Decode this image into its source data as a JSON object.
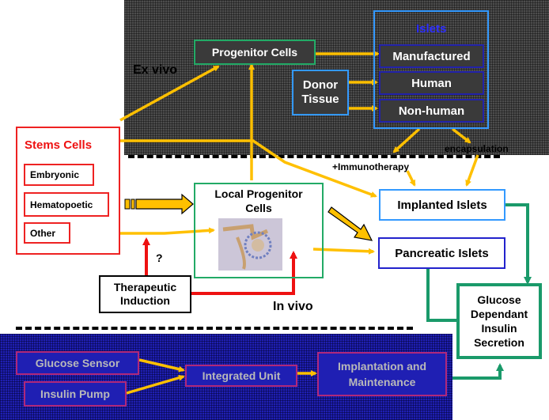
{
  "labels": {
    "ex_vivo": "Ex vivo",
    "in_vivo": "In vivo",
    "immunotherapy": "+Immunotherapy",
    "encapsulation": "encapsulation",
    "question": "?"
  },
  "top": {
    "progenitor": "Progenitor Cells",
    "islets_title": "Islets",
    "manufactured": "Manufactured",
    "human": "Human",
    "non_human": "Non-human",
    "donor_line1": "Donor",
    "donor_line2": "Tissue"
  },
  "stem": {
    "title": "Stems Cells",
    "embryonic": "Embryonic",
    "hematopoetic": "Hematopoetic",
    "other": "Other"
  },
  "middle": {
    "local_line1": "Local Progenitor",
    "local_line2": "Cells",
    "implanted": "Implanted Islets",
    "pancreatic": "Pancreatic Islets",
    "induction_line1": "Therapeutic",
    "induction_line2": "Induction",
    "glucose_line1": "Glucose",
    "glucose_line2": "Dependant",
    "glucose_line3": "Insulin",
    "glucose_line4": "Secretion"
  },
  "bottom": {
    "sensor": "Glucose Sensor",
    "pump": "Insulin Pump",
    "integrated": "Integrated Unit",
    "implant_line1": "Implantation and",
    "implant_line2": "Maintenance"
  },
  "colors": {
    "yellow": "#ffc000",
    "red": "#ee1111",
    "green": "#1a9a6a",
    "dark_region": "#4d4d4d",
    "blue_region": "#1f1fb3"
  }
}
